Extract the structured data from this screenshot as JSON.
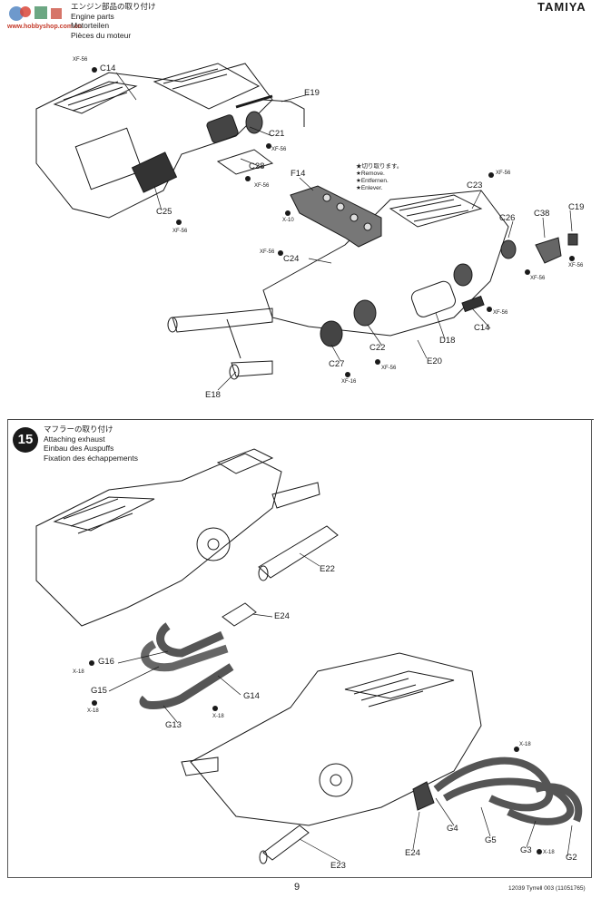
{
  "header": {
    "brand": "TAMIYA",
    "watermark_site": "www.hobbyshop.com.cn"
  },
  "step14": {
    "titles": [
      "エンジン部品の取り付け",
      "Engine parts",
      "Motorteilen",
      "Pièces du moteur"
    ],
    "labels": {
      "C14a": "C14",
      "C14b": "C14",
      "E19": "E19",
      "C21": "C21",
      "C28": "C28",
      "C25": "C25",
      "F14": "F14",
      "C24": "C24",
      "C23": "C23",
      "C26": "C26",
      "C38": "C38",
      "C19": "C19",
      "C22": "C22",
      "D18": "D18",
      "E20": "E20",
      "C27": "C27",
      "E18": "E18"
    },
    "small_labels": {
      "xf56_a": "XF-56",
      "xf56_b": "XF-56",
      "xf56_c": "XF-56",
      "xf56_d": "XF-56",
      "xf56_e": "XF-56",
      "xf56_f": "XF-56",
      "xf56_g": "XF-56",
      "xf56_h": "XF-56",
      "xf56_i": "XF-56",
      "xf56_j": "XF-56",
      "x10": "X-10",
      "xf16": "XF-16"
    },
    "remove_notes": [
      "★切り取ります。",
      "★Remove.",
      "★Entfernen.",
      "★Enlever."
    ]
  },
  "step15": {
    "number": "15",
    "titles": [
      "マフラーの取り付け",
      "Attaching exhaust",
      "Einbau des Auspuffs",
      "Fixation des échappements"
    ],
    "labels": {
      "E22": "E22",
      "E24a": "E24",
      "G16": "G16",
      "G15": "G15",
      "G14": "G14",
      "G13": "G13",
      "G4": "G4",
      "G5": "G5",
      "G3": "G3",
      "G2": "G2",
      "E23": "E23",
      "E24b": "E24"
    },
    "small_labels": {
      "x18_a": "X-18",
      "x18_b": "X-18",
      "x18_c": "X-18",
      "x18_d": "X-18",
      "x18_e": "X-18"
    }
  },
  "footer": {
    "page_number": "9",
    "code": "12039 Tyrrell 003 (11051765)"
  }
}
